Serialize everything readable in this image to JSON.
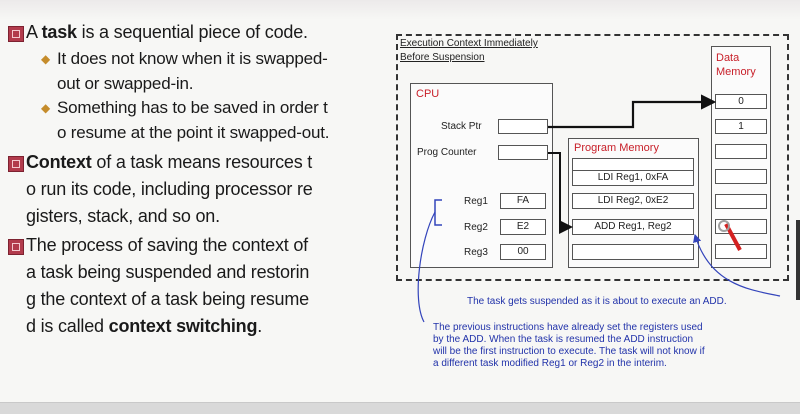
{
  "left": {
    "p1": {
      "pre": "A ",
      "bold": "task",
      "post": " is a sequential piece of code."
    },
    "s1_l1": "It does not know when it is swapped-",
    "s1_l2": "out or swapped-in.",
    "s2_l1": "Something has to be saved in order t",
    "s2_l2": "o resume at the point it swapped-out.",
    "p2_l1_bold": "Context",
    "p2_l1_rest": " of a task means resources t",
    "p2_l2": "o run its code, including processor re",
    "p2_l3": "gisters, stack, and so on.",
    "p3_l1": "The process of saving the context of",
    "p3_l2": "a task being suspended and restorin",
    "p3_l3": "g the context of a task being resume",
    "p3_l4_pre": "d is called ",
    "p3_l4_bold": "context switching",
    "p3_l4_post": "."
  },
  "diagram": {
    "title_l1": "Execution Context Immediately",
    "title_l2": "Before Suspension",
    "data_memory_l1": "Data",
    "data_memory_l2": "Memory",
    "data_cells": [
      "0",
      "1",
      "",
      "",
      "",
      "",
      ""
    ],
    "cpu_label": "CPU",
    "stack_ptr": "Stack Ptr",
    "prog_counter": "Prog Counter",
    "regs": [
      {
        "name": "Reg1",
        "value": "FA"
      },
      {
        "name": "Reg2",
        "value": "E2"
      },
      {
        "name": "Reg3",
        "value": "00"
      }
    ],
    "program_memory_label": "Program Memory",
    "program_cells": [
      "",
      "LDI Reg1, 0xFA",
      "LDI Reg2, 0xE2",
      "ADD Reg1, Reg2",
      ""
    ],
    "note1": "The task gets suspended as it is about to execute an ADD.",
    "note2_l1": "The previous instructions have already set the registers used",
    "note2_l2": "by the ADD.  When the task is resumed the ADD instruction",
    "note2_l3": "will be the first instruction to execute.  The task will not know if",
    "note2_l4": "a different task modified Reg1 or Reg2 in the interim."
  }
}
